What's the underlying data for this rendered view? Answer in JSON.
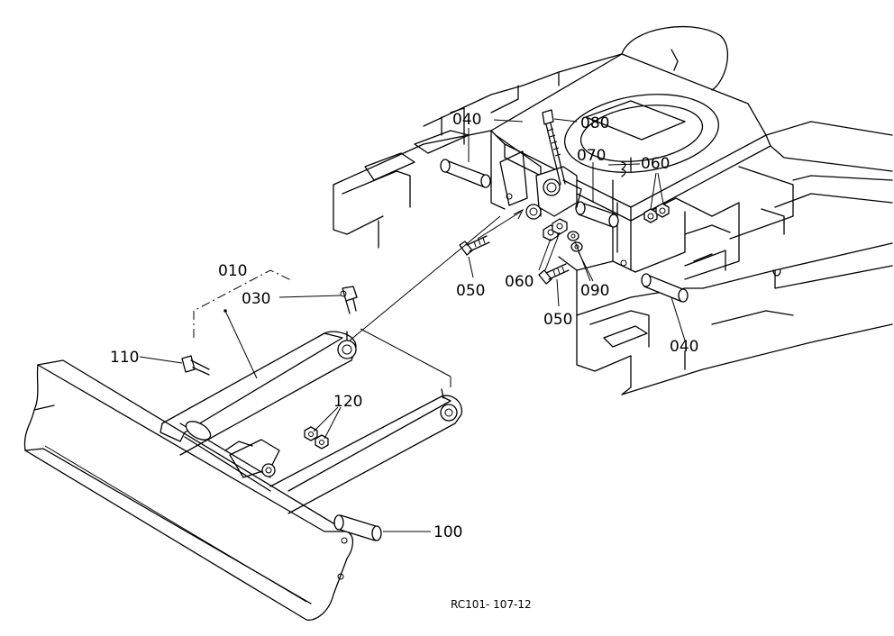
{
  "callouts": {
    "p010": "010",
    "p030": "030",
    "p110": "110",
    "p120": "120",
    "p100": "100",
    "p040a": "040",
    "p040b": "040",
    "p050a": "050",
    "p050b": "050",
    "p060a": "060",
    "p060b": "060",
    "p070": "070",
    "p080": "080",
    "p090": "090"
  },
  "reference_code": "RC101- 107-12"
}
